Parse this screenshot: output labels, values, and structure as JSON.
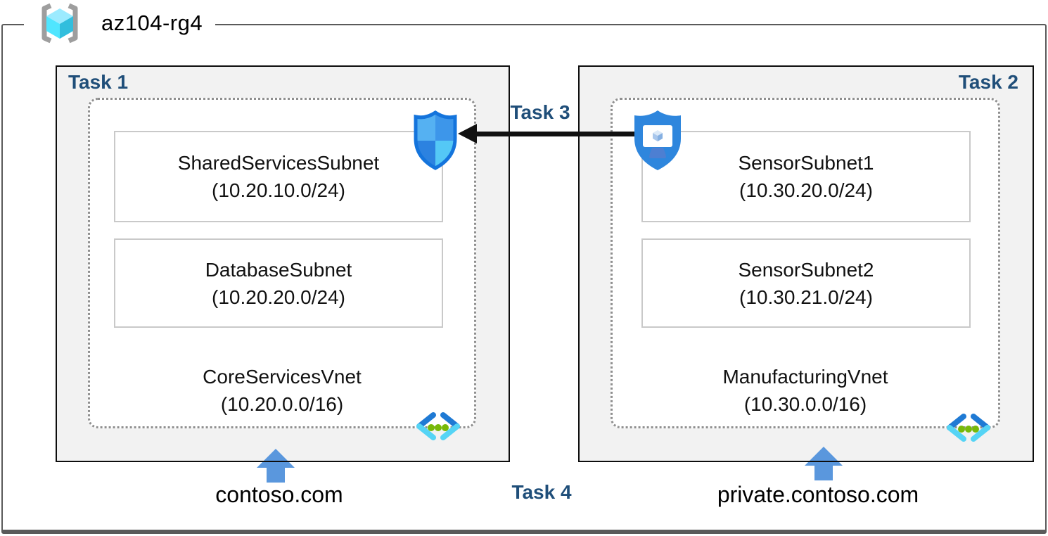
{
  "resource_group": {
    "label": "az104-rg4"
  },
  "tasks": {
    "task1": "Task 1",
    "task2": "Task 2",
    "task3": "Task 3",
    "task4": "Task 4"
  },
  "left_vnet": {
    "name": "CoreServicesVnet",
    "cidr": "(10.20.0.0/16)",
    "subnets": [
      {
        "name": "SharedServicesSubnet",
        "cidr": "(10.20.10.0/24)"
      },
      {
        "name": "DatabaseSubnet",
        "cidr": "(10.20.20.0/24)"
      }
    ],
    "dns_label": "contoso.com"
  },
  "right_vnet": {
    "name": "ManufacturingVnet",
    "cidr": "(10.30.0.0/16)",
    "subnets": [
      {
        "name": "SensorSubnet1",
        "cidr": "(10.30.20.0/24)"
      },
      {
        "name": "SensorSubnet2",
        "cidr": "(10.30.21.0/24)"
      }
    ],
    "dns_label": "private.contoso.com"
  },
  "icons": {
    "resource_group": "resource-group-icon",
    "nsg": "network-security-group-shield-icon",
    "bastion": "bastion-shield-monitor-icon",
    "virtual_network": "virtual-network-icon",
    "up_arrow": "up-arrow",
    "peering_arrow": "left-arrow"
  },
  "colors": {
    "task_label": "#1f4e79",
    "task_box_fill": "#f2f2f2",
    "task_box_border": "#0d0d0d",
    "dotted_border": "#8f8f8f",
    "subnet_border": "#c9c9c9",
    "frame_border": "#5a5a5a",
    "up_arrow_blue": "#5a97dd",
    "peering_arrow_black": "#111111",
    "vnet_icon_green": "#77b909",
    "vnet_icon_blue": "#1f7ad4",
    "vnet_icon_cyan": "#55d4f5"
  }
}
